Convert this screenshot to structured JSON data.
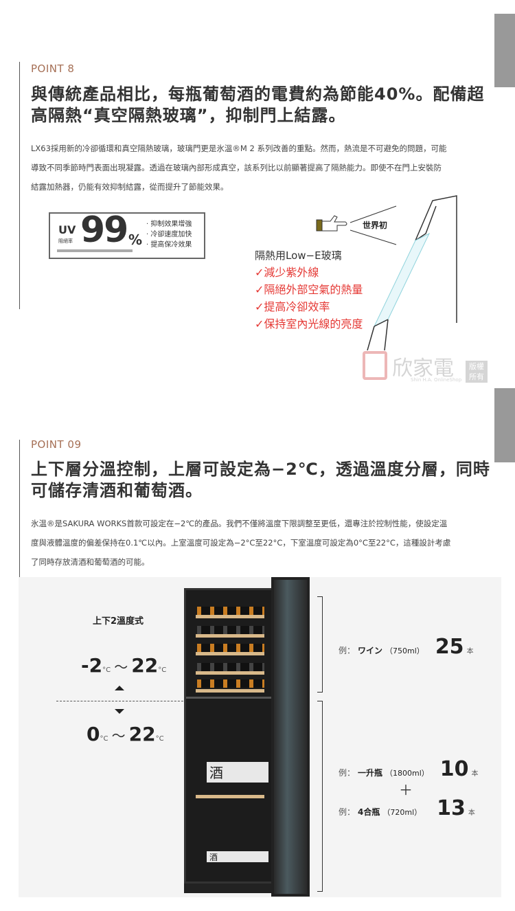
{
  "point8": {
    "label": "POINT 8",
    "headline": [
      "與傳統產品相比，每瓶葡萄酒的電費約為節能40%。配備超",
      "高隔熱“真空隔熱玻璃”，抑制門上結露。"
    ],
    "body": [
      "LX63採用新的冷卻循環和真空隔熱玻璃，玻璃門更是氷溫®M 2 系列改善的重點。然而，熱流是不可避免的問題，可能",
      "導致不同季節時門表面出現凝露。透過在玻璃內部形成真空，該系列比以前顯著提高了隔熱能力。即使不在門上安裝防",
      "結露加熱器，仍能有效抑制結露，從而提升了節能效果。"
    ],
    "uv": {
      "label": "UV",
      "sub": "阻絕率",
      "value": "99",
      "unit": "%",
      "bullets": [
        "· 抑制效果增強",
        "· 冷卻速度加快",
        "· 提高保冷效果"
      ]
    },
    "callout": "世界初",
    "glass_title": "隔熱用Low−E玻璃",
    "checks": [
      "減少紫外線",
      "隔絕外部空氣的熱量",
      "提高冷卻效率",
      "保持室內光線的亮度"
    ],
    "watermark": {
      "name": "欣家電",
      "sub": "Shin H.A. OnlineShop",
      "badge": "版權所有"
    }
  },
  "point9": {
    "label": "POINT 09",
    "headline": [
      "上下層分溫控制，上層可設定為−2℃，透過溫度分層，同時",
      "可儲存清酒和葡萄酒。"
    ],
    "body": [
      "氷温®是SAKURA WORKS首款可設定在−2℃的產品。我們不僅將溫度下限調整至更低，還專注於控制性能，使設定溫",
      "度與液體溫度的偏差保持在0.1℃以內。上室溫度可設定為−2°C至22°C，下室溫度可設定為0°C至22°C，這種設計考慮",
      "了同時存放清酒和葡萄酒的可能。"
    ],
    "zone_title": "上下2溫度式",
    "upper": {
      "min": "-2",
      "max": "22",
      "unit": "°C",
      "sep": "～"
    },
    "lower": {
      "min": "0",
      "max": "22",
      "unit": "°C",
      "sep": "～"
    },
    "examples": [
      {
        "prefix": "例：",
        "name": "ワイン",
        "size": "（750ml）",
        "count": "25",
        "unit": "本"
      },
      {
        "prefix": "例：",
        "name": "一升瓶",
        "size": "（1800ml）",
        "count": "10",
        "unit": "本"
      },
      {
        "prefix": "例：",
        "name": "4合瓶",
        "size": "（720ml）",
        "count": "13",
        "unit": "本"
      }
    ],
    "plus": "＋",
    "label_sake": "酒"
  },
  "colors": {
    "accent": "#a56f55",
    "check": "#e53935",
    "glass": "#8fd3dc"
  }
}
